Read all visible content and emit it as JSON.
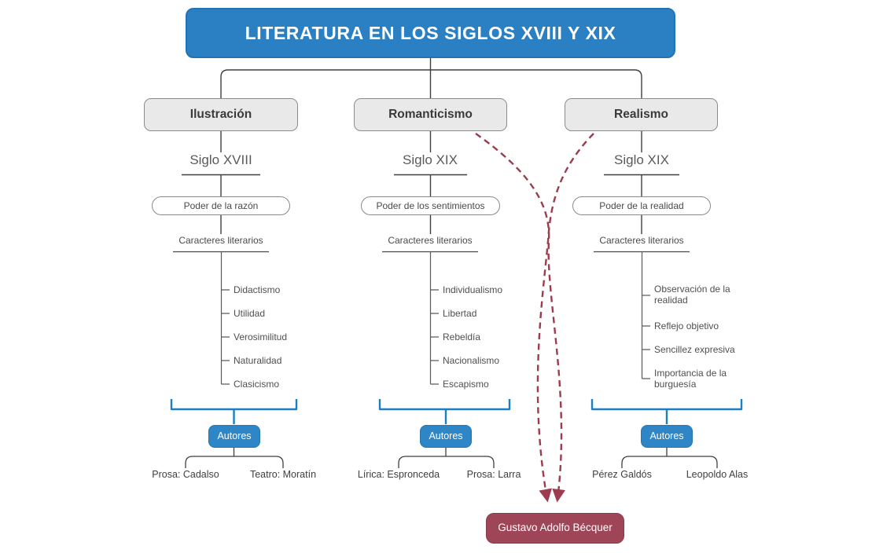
{
  "title": "LITERATURA EN LOS SIGLOS XVIII Y XIX",
  "colors": {
    "title_bg": "#2b80c4",
    "category_bg": "#e9e9e9",
    "autores_bg": "#2e86c6",
    "bracket_blue": "#1b7fc4",
    "becquer_bg": "#9e4657",
    "arrow_red": "#9c3c4e",
    "connector_line": "#3f3f3f"
  },
  "columns": [
    {
      "name": "Ilustración",
      "century": "Siglo XVIII",
      "power": "Poder de la razón",
      "traits_label": "Caracteres literarios",
      "traits": [
        "Didactismo",
        "Utilidad",
        "Verosimilitud",
        "Naturalidad",
        "Clasicismo"
      ],
      "authors_label": "Autores",
      "authors": [
        "Prosa: Cadalso",
        "Teatro: Moratín"
      ]
    },
    {
      "name": "Romanticismo",
      "century": "Siglo XIX",
      "power": "Poder de los sentimientos",
      "traits_label": "Caracteres literarios",
      "traits": [
        "Individualismo",
        "Libertad",
        "Rebeldía",
        "Nacionalismo",
        "Escapismo"
      ],
      "authors_label": "Autores",
      "authors": [
        "Lírica: Espronceda",
        "Prosa: Larra"
      ]
    },
    {
      "name": "Realismo",
      "century": "Siglo XIX",
      "power": "Poder de la realidad",
      "traits_label": "Caracteres literarios",
      "traits": [
        "Observación de la realidad",
        "Reflejo objetivo",
        "Sencillez expresiva",
        "Importancia de la burguesía"
      ],
      "authors_label": "Autores",
      "authors": [
        "Pérez Galdós",
        "Leopoldo Alas"
      ]
    }
  ],
  "special_author": "Gustavo Adolfo Bécquer"
}
